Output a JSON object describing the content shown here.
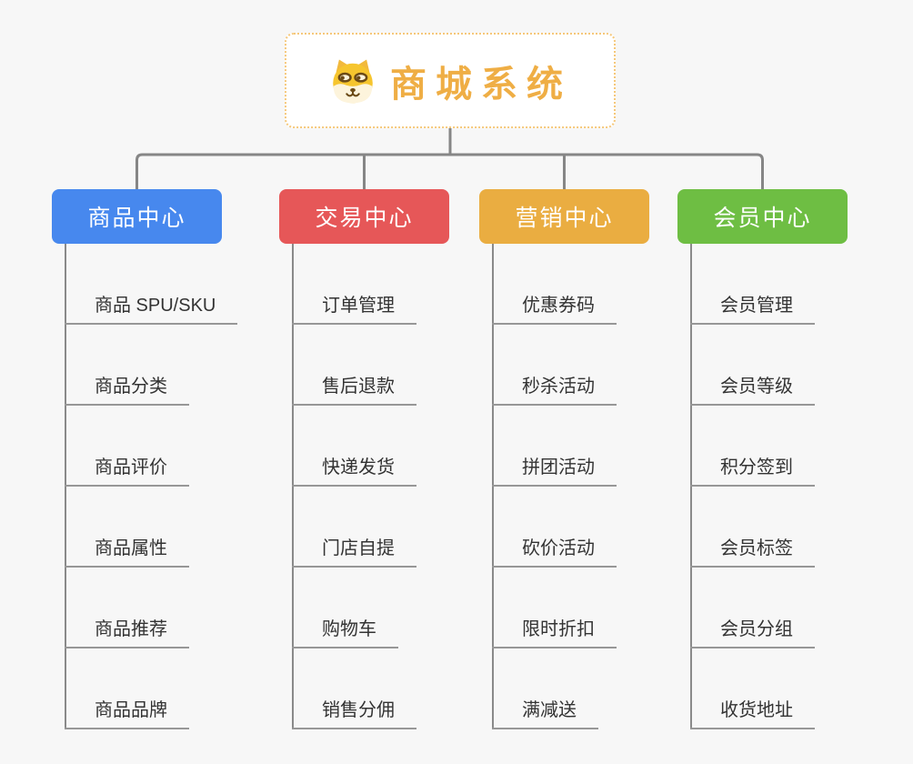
{
  "page": {
    "background_color": "#f7f7f7",
    "connector_color": "#868686"
  },
  "root": {
    "title": "商城系统",
    "icon": "dog-face-icon",
    "accent_color": "#efae45",
    "border_color": "#f5c87b"
  },
  "branches": [
    {
      "id": "product-center",
      "label": "商品中心",
      "color": "#4788ee",
      "children": [
        "商品 SPU/SKU",
        "商品分类",
        "商品评价",
        "商品属性",
        "商品推荐",
        "商品品牌"
      ]
    },
    {
      "id": "trade-center",
      "label": "交易中心",
      "color": "#e65758",
      "children": [
        "订单管理",
        "售后退款",
        "快递发货",
        "门店自提",
        "购物车",
        "销售分佣"
      ]
    },
    {
      "id": "marketing-center",
      "label": "营销中心",
      "color": "#eaad41",
      "children": [
        "优惠券码",
        "秒杀活动",
        "拼团活动",
        "砍价活动",
        "限时折扣",
        "满减送"
      ]
    },
    {
      "id": "member-center",
      "label": "会员中心",
      "color": "#6ebe43",
      "children": [
        "会员管理",
        "会员等级",
        "积分签到",
        "会员标签",
        "会员分组",
        "收货地址"
      ]
    }
  ]
}
